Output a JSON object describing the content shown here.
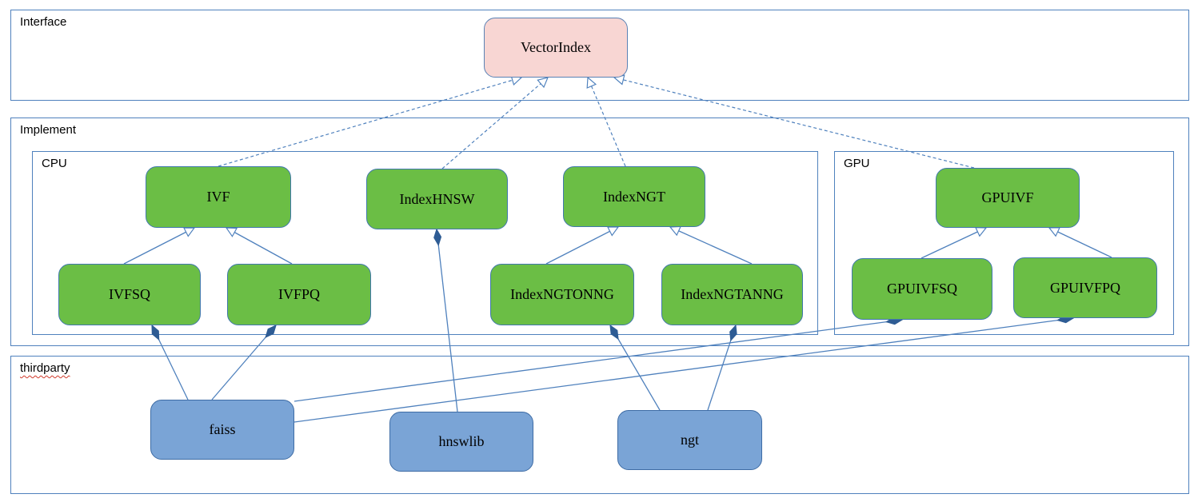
{
  "sections": {
    "interface": "Interface",
    "implement": "Implement",
    "cpu": "CPU",
    "gpu": "GPU",
    "thirdparty": "thirdparty"
  },
  "nodes": {
    "vectorindex": "VectorIndex",
    "ivf": "IVF",
    "indexhnsw": "IndexHNSW",
    "indexngt": "IndexNGT",
    "ivfsq": "IVFSQ",
    "ivfpq": "IVFPQ",
    "indexngtonng": "IndexNGTONNG",
    "indexngtanng": "IndexNGTANNG",
    "gpuivf": "GPUIVF",
    "gpuivfsq": "GPUIVFSQ",
    "gpuivfpq": "GPUIVFPQ",
    "faiss": "faiss",
    "hnswlib": "hnswlib",
    "ngt": "ngt"
  },
  "colors": {
    "interface_node_fill": "#f8d6d3",
    "implement_node_fill": "#6bbe45",
    "thirdparty_node_fill": "#7aa4d6",
    "connector_line": "#4f81bd",
    "frame_border": "#4f81bd",
    "composition_diamond_fill": "#2e5c94",
    "spellcheck_underline": "#d03a2b"
  },
  "relationships": {
    "realizes_vectorindex": [
      "IVF",
      "IndexHNSW",
      "IndexNGT",
      "GPUIVF"
    ],
    "inherits": [
      {
        "child": "IVFSQ",
        "parent": "IVF"
      },
      {
        "child": "IVFPQ",
        "parent": "IVF"
      },
      {
        "child": "IndexNGTONNG",
        "parent": "IndexNGT"
      },
      {
        "child": "IndexNGTANNG",
        "parent": "IndexNGT"
      },
      {
        "child": "GPUIVFSQ",
        "parent": "GPUIVF"
      },
      {
        "child": "GPUIVFPQ",
        "parent": "GPUIVF"
      }
    ],
    "composed_from": [
      {
        "library": "faiss",
        "components": [
          "IVFSQ",
          "IVFPQ",
          "GPUIVFSQ",
          "GPUIVFPQ"
        ]
      },
      {
        "library": "hnswlib",
        "components": [
          "IndexHNSW"
        ]
      },
      {
        "library": "ngt",
        "components": [
          "IndexNGTONNG",
          "IndexNGTANNG"
        ]
      }
    ]
  }
}
